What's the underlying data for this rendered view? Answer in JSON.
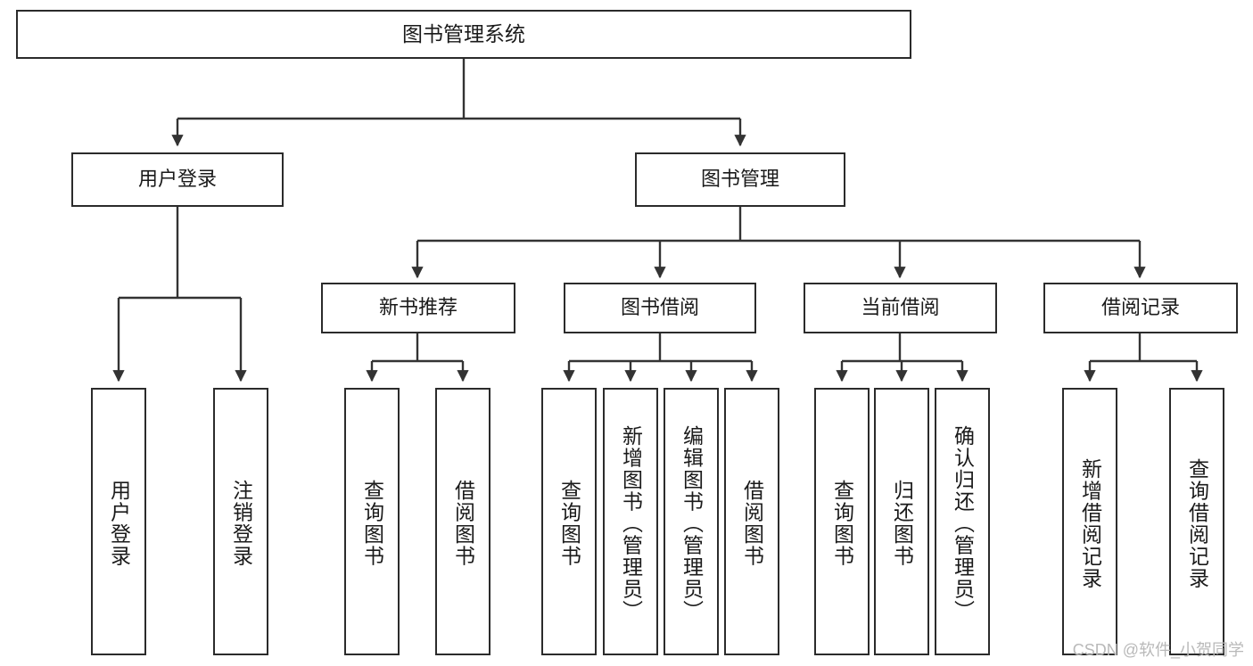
{
  "diagram": {
    "title": "图书管理系统",
    "type": "hierarchy-tree",
    "watermark": "CSDN @软件_小贺同学",
    "colors": {
      "box_border": "#2b2b2b",
      "box_fill": "#ffffff",
      "edge": "#333333",
      "text": "#1a1a1a",
      "watermark": "#b9b9b9",
      "background": "#ffffff"
    },
    "root": {
      "label": "图书管理系统"
    },
    "level1": [
      {
        "label": "用户登录"
      },
      {
        "label": "图书管理"
      }
    ],
    "level2": [
      {
        "label": "新书推荐"
      },
      {
        "label": "图书借阅"
      },
      {
        "label": "当前借阅"
      },
      {
        "label": "借阅记录"
      }
    ],
    "leaves": {
      "user_login": [
        {
          "label": "用户登录"
        },
        {
          "label": "注销登录"
        }
      ],
      "new_book_recommend": [
        {
          "label": "查询图书"
        },
        {
          "label": "借阅图书"
        }
      ],
      "book_borrow": [
        {
          "label": "查询图书"
        },
        {
          "label": "新增图书（管理员）"
        },
        {
          "label": "编辑图书（管理员）"
        },
        {
          "label": "借阅图书"
        }
      ],
      "current_borrow": [
        {
          "label": "查询图书"
        },
        {
          "label": "归还图书"
        },
        {
          "label": "确认归还（管理员）"
        }
      ],
      "borrow_record": [
        {
          "label": "新增借阅记录"
        },
        {
          "label": "查询借阅记录"
        }
      ]
    }
  }
}
